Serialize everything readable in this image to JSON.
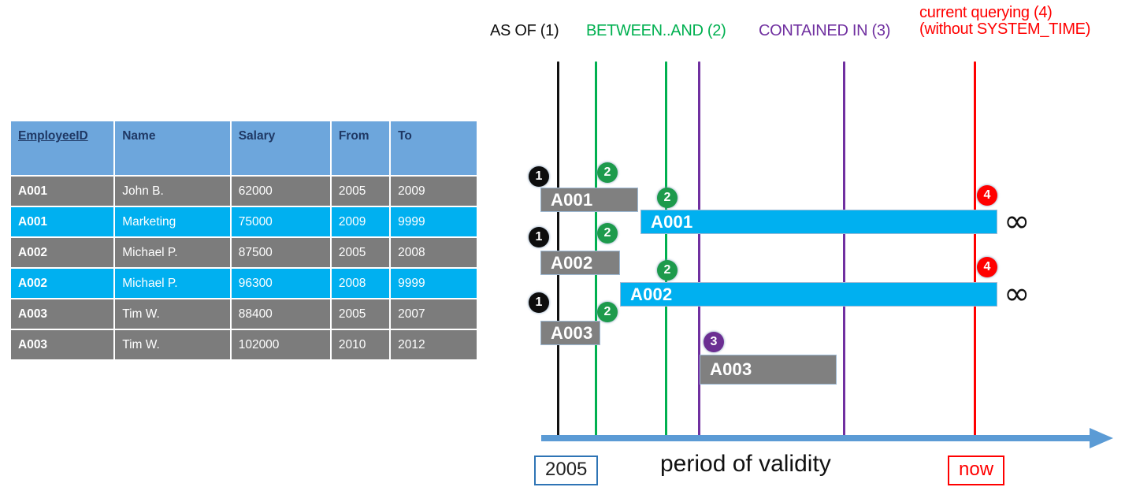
{
  "table": {
    "name": "employee-temporal-table",
    "columns": [
      "EmployeeID",
      "Name",
      "Salary",
      "From",
      "To"
    ],
    "rows": [
      {
        "style": "gray",
        "EmployeeID": "A001",
        "Name": "John  B.",
        "Salary": "62000",
        "From": "2005",
        "To": "2009"
      },
      {
        "style": "cyan",
        "EmployeeID": "A001",
        "Name": "Marketing",
        "Salary": "75000",
        "From": "2009",
        "To": "9999"
      },
      {
        "style": "gray",
        "EmployeeID": "A002",
        "Name": "Michael P.",
        "Salary": "87500",
        "From": "2005",
        "To": "2008"
      },
      {
        "style": "cyan",
        "EmployeeID": "A002",
        "Name": "Michael P.",
        "Salary": "96300",
        "From": "2008",
        "To": "9999"
      },
      {
        "style": "gray",
        "EmployeeID": "A003",
        "Name": "Tim W.",
        "Salary": "88400",
        "From": "2005",
        "To": "2007"
      },
      {
        "style": "gray",
        "EmployeeID": "A003",
        "Name": "Tim W.",
        "Salary": "102000",
        "From": "2010",
        "To": "2012"
      }
    ]
  },
  "legend": [
    {
      "id": "as-of",
      "text": "AS OF (1)",
      "color": "#111111"
    },
    {
      "id": "between-and",
      "text": "BETWEEN..AND (2)",
      "color": "#00B050"
    },
    {
      "id": "contained-in",
      "text": "CONTAINED IN (3)",
      "color": "#7030A0"
    },
    {
      "id": "current-l1",
      "text": "current querying (4)",
      "color": "#FF0000"
    },
    {
      "id": "current-l2",
      "text": "(without SYSTEM_TIME)",
      "color": "#FF0000"
    }
  ],
  "diagram": {
    "bars": [
      {
        "label": "A001",
        "style": "gray"
      },
      {
        "label": "A001",
        "style": "cyan"
      },
      {
        "label": "A002",
        "style": "gray"
      },
      {
        "label": "A002",
        "style": "cyan"
      },
      {
        "label": "A003",
        "style": "gray"
      },
      {
        "label": "A003",
        "style": "gray"
      }
    ],
    "badges": [
      {
        "num": "1",
        "kind": "as-of"
      },
      {
        "num": "2",
        "kind": "between-and"
      },
      {
        "num": "2",
        "kind": "between-and"
      },
      {
        "num": "1",
        "kind": "as-of"
      },
      {
        "num": "2",
        "kind": "between-and"
      },
      {
        "num": "2",
        "kind": "between-and"
      },
      {
        "num": "1",
        "kind": "as-of"
      },
      {
        "num": "2",
        "kind": "between-and"
      },
      {
        "num": "3",
        "kind": "contained-in"
      },
      {
        "num": "4",
        "kind": "current"
      },
      {
        "num": "4",
        "kind": "current"
      }
    ],
    "infinity_symbol": "∞",
    "axis": {
      "start_label": "2005",
      "end_label": "now",
      "caption": "period of validity"
    }
  },
  "colors": {
    "header_blue": "#6DA6DC",
    "row_gray": "#7C7C7C",
    "row_cyan": "#00B0F0",
    "green": "#00B050",
    "purple": "#7030A0",
    "red": "#FF0000",
    "black": "#111111",
    "axis_blue": "#5B9BD5"
  }
}
